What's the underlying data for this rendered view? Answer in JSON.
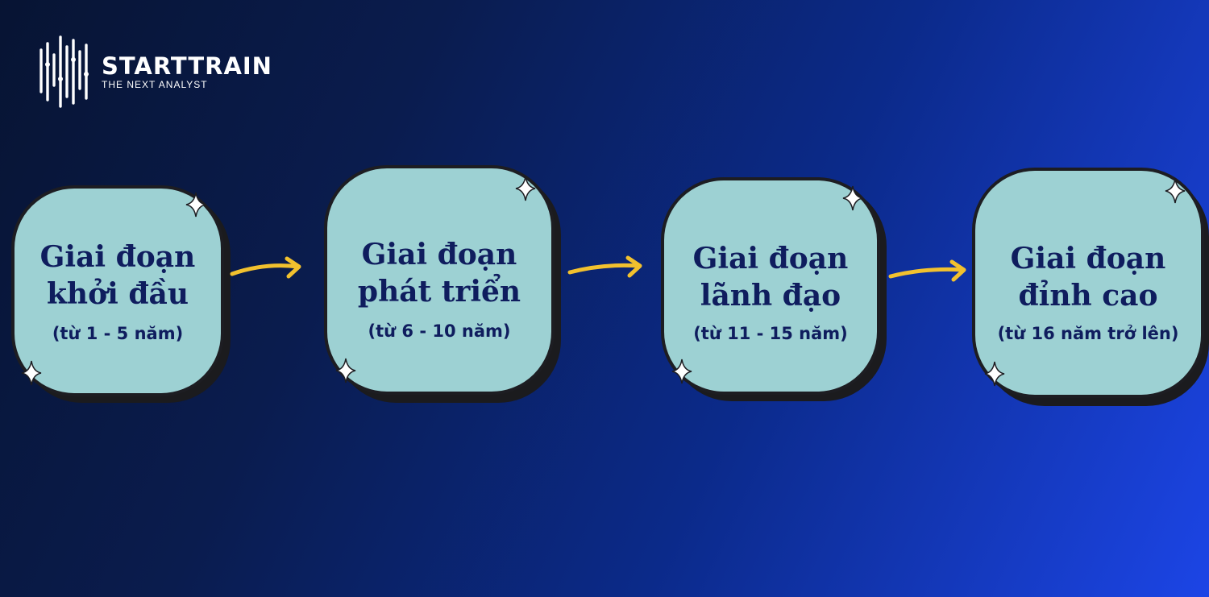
{
  "brand": {
    "name": "STARTTRAIN",
    "tagline": "THE NEXT ANALYST"
  },
  "stages": [
    {
      "title_line1": "Giai đoạn",
      "title_line2": "khởi đầu",
      "range": "(từ 1 - 5 năm)"
    },
    {
      "title_line1": "Giai đoạn",
      "title_line2": "phát triển",
      "range": "(từ 6 - 10 năm)"
    },
    {
      "title_line1": "Giai đoạn",
      "title_line2": "lãnh đạo",
      "range": "(từ 11 - 15 năm)"
    },
    {
      "title_line1": "Giai đoạn",
      "title_line2": "đỉnh cao",
      "range": "(từ 16 năm trở lên)"
    }
  ],
  "colors": {
    "card": "#9dd1d3",
    "text": "#0f1d5e",
    "arrow": "#f2c12e",
    "outline": "#1d1d22"
  }
}
